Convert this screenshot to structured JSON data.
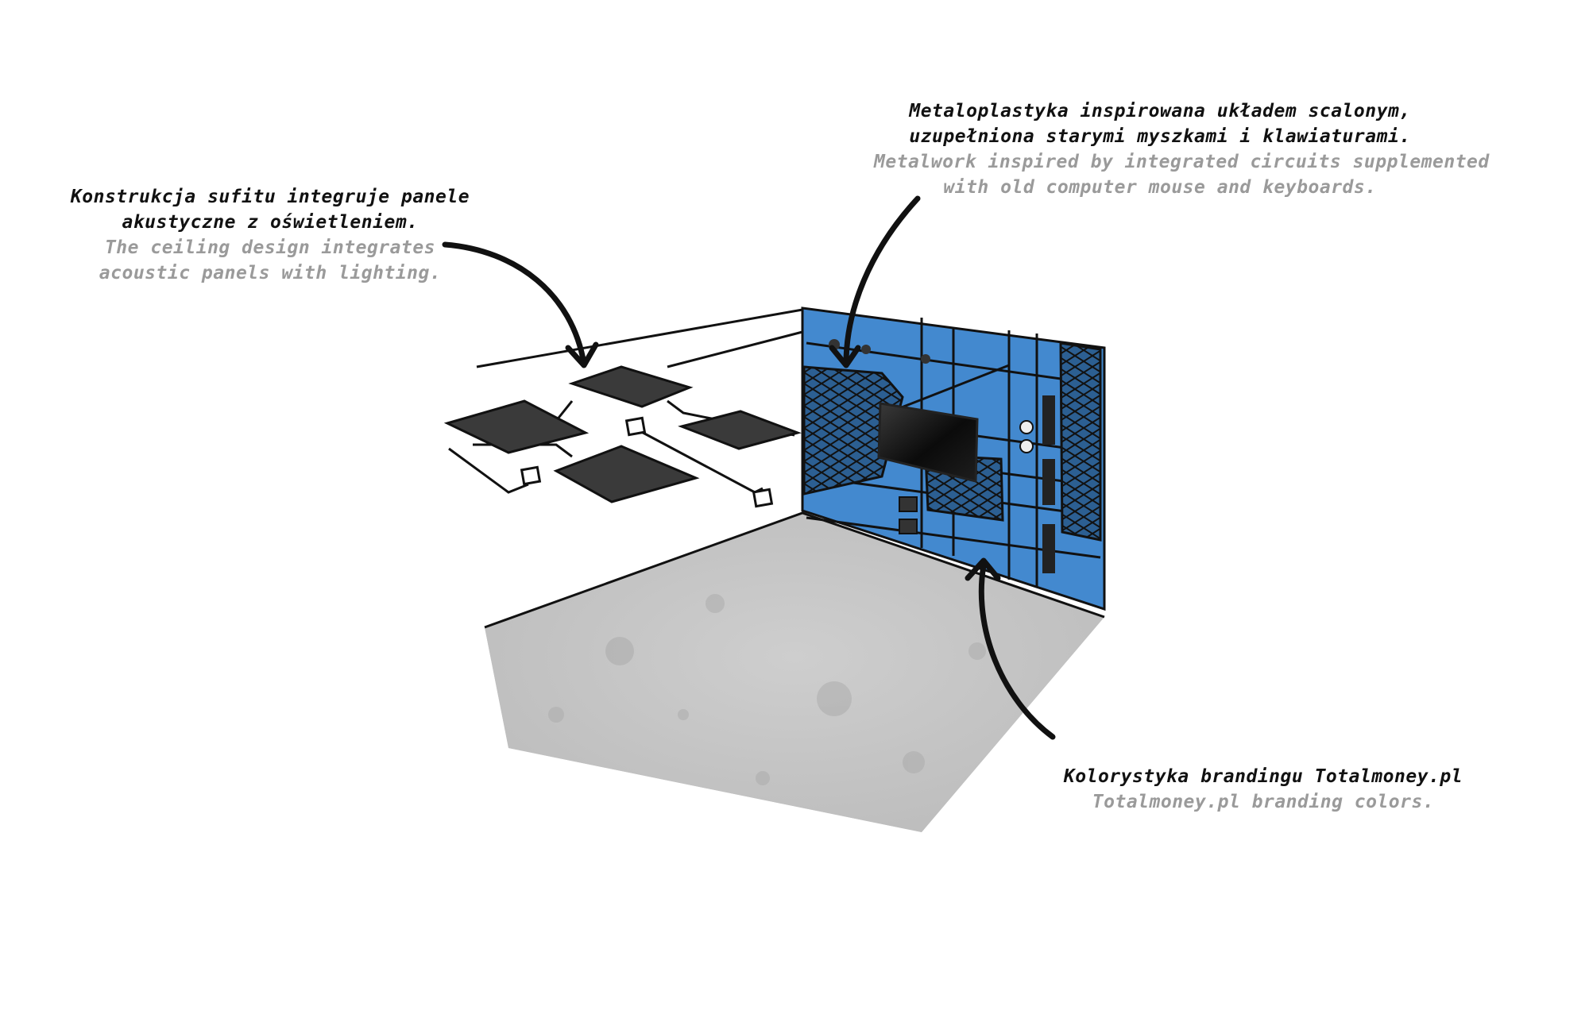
{
  "annotations": {
    "ceiling": {
      "pl_line1": "Konstrukcja sufitu integruje panele",
      "pl_line2": "akustyczne z oświetleniem.",
      "en_line1": "The ceiling design integrates",
      "en_line2": "acoustic panels with lighting."
    },
    "metalwork": {
      "pl_line1": "Metaloplastyka inspirowana układem scalonym,",
      "pl_line2": "uzupełniona starymi myszkami i klawiaturami.",
      "en_line1": "Metalwork inspired by integrated circuits supplemented",
      "en_line2": "with old computer mouse and keyboards."
    },
    "branding": {
      "pl_line1": "Kolorystyka brandingu Totalmoney.pl",
      "en_line1": "Totalmoney.pl branding colors."
    }
  },
  "colors": {
    "wall_blue": "#4389cf",
    "floor_gray": "#c4c4c4",
    "panel_dark": "#3a3a3a",
    "line": "#111111",
    "text_primary": "#111111",
    "text_secondary": "#9a9a9a"
  }
}
